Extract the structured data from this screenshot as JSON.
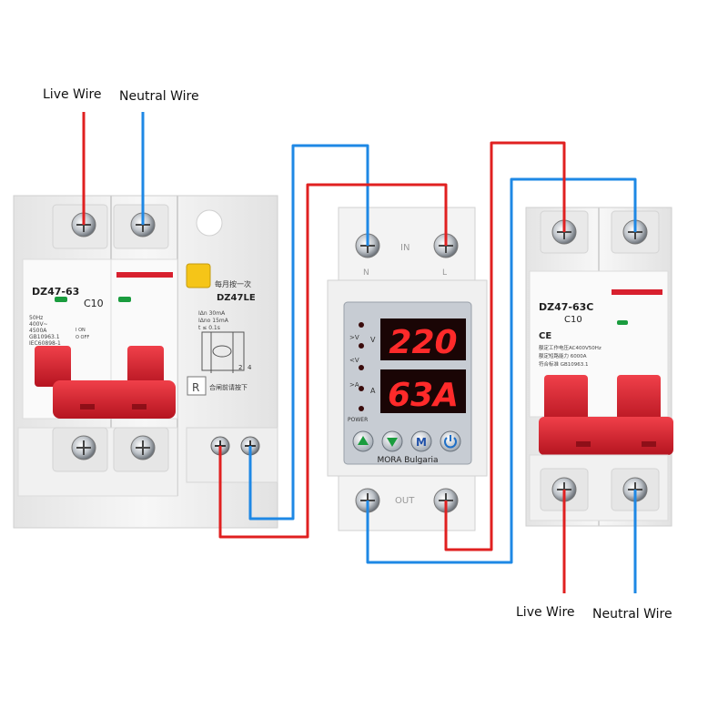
{
  "labels": {
    "top_live": "Live Wire",
    "top_neutral": "Neutral Wire",
    "bottom_live": "Live Wire",
    "bottom_neutral": "Neutral Wire"
  },
  "left_breaker": {
    "model": "DZ47-63",
    "rating": "C10",
    "spec_lines": [
      "50Hz",
      "400V~",
      "4500A",
      "GB10963.1",
      "IEC60898-1"
    ],
    "on_off": [
      "I ON",
      "O OFF"
    ],
    "rcd_label": "DZ47LE",
    "rcd_top_text": "每月按一次",
    "rcd_spec_lines": [
      "IΔn  30mA",
      "IΔno 15mA",
      "t ≤ 0.1s"
    ],
    "rcd_bottom_text": "合闸前请按下",
    "test_button": "R",
    "terminal_nums": [
      "2",
      "4"
    ]
  },
  "protector": {
    "in_label": "IN",
    "out_label": "OUT",
    "n_label": "N",
    "l_label": "L",
    "voltage_display": "220",
    "current_display": "63A",
    "indicators": [
      ">V",
      "V",
      "<V",
      ">A",
      "A"
    ],
    "power_label": "POWER",
    "buttons": [
      "up",
      "down",
      "M",
      "power"
    ],
    "m_label": "M",
    "brand": "MORA Bulgaria"
  },
  "right_breaker": {
    "model": "DZ47-63C",
    "rating": "C10",
    "spec_lines": [
      "额定工作电压AC400V50Hz",
      "额定短路能力 6000A",
      "符合标准 GB10963.1"
    ],
    "ce_mark": "CE"
  },
  "colors": {
    "live_wire": "#e02020",
    "neutral_wire": "#1e88e5",
    "breaker_body": "#f2f2f2",
    "toggle_red": "#d8202e",
    "display_bg": "#1a0505",
    "display_digit": "#ff2a2a",
    "panel_grey": "#c7ccd3"
  }
}
